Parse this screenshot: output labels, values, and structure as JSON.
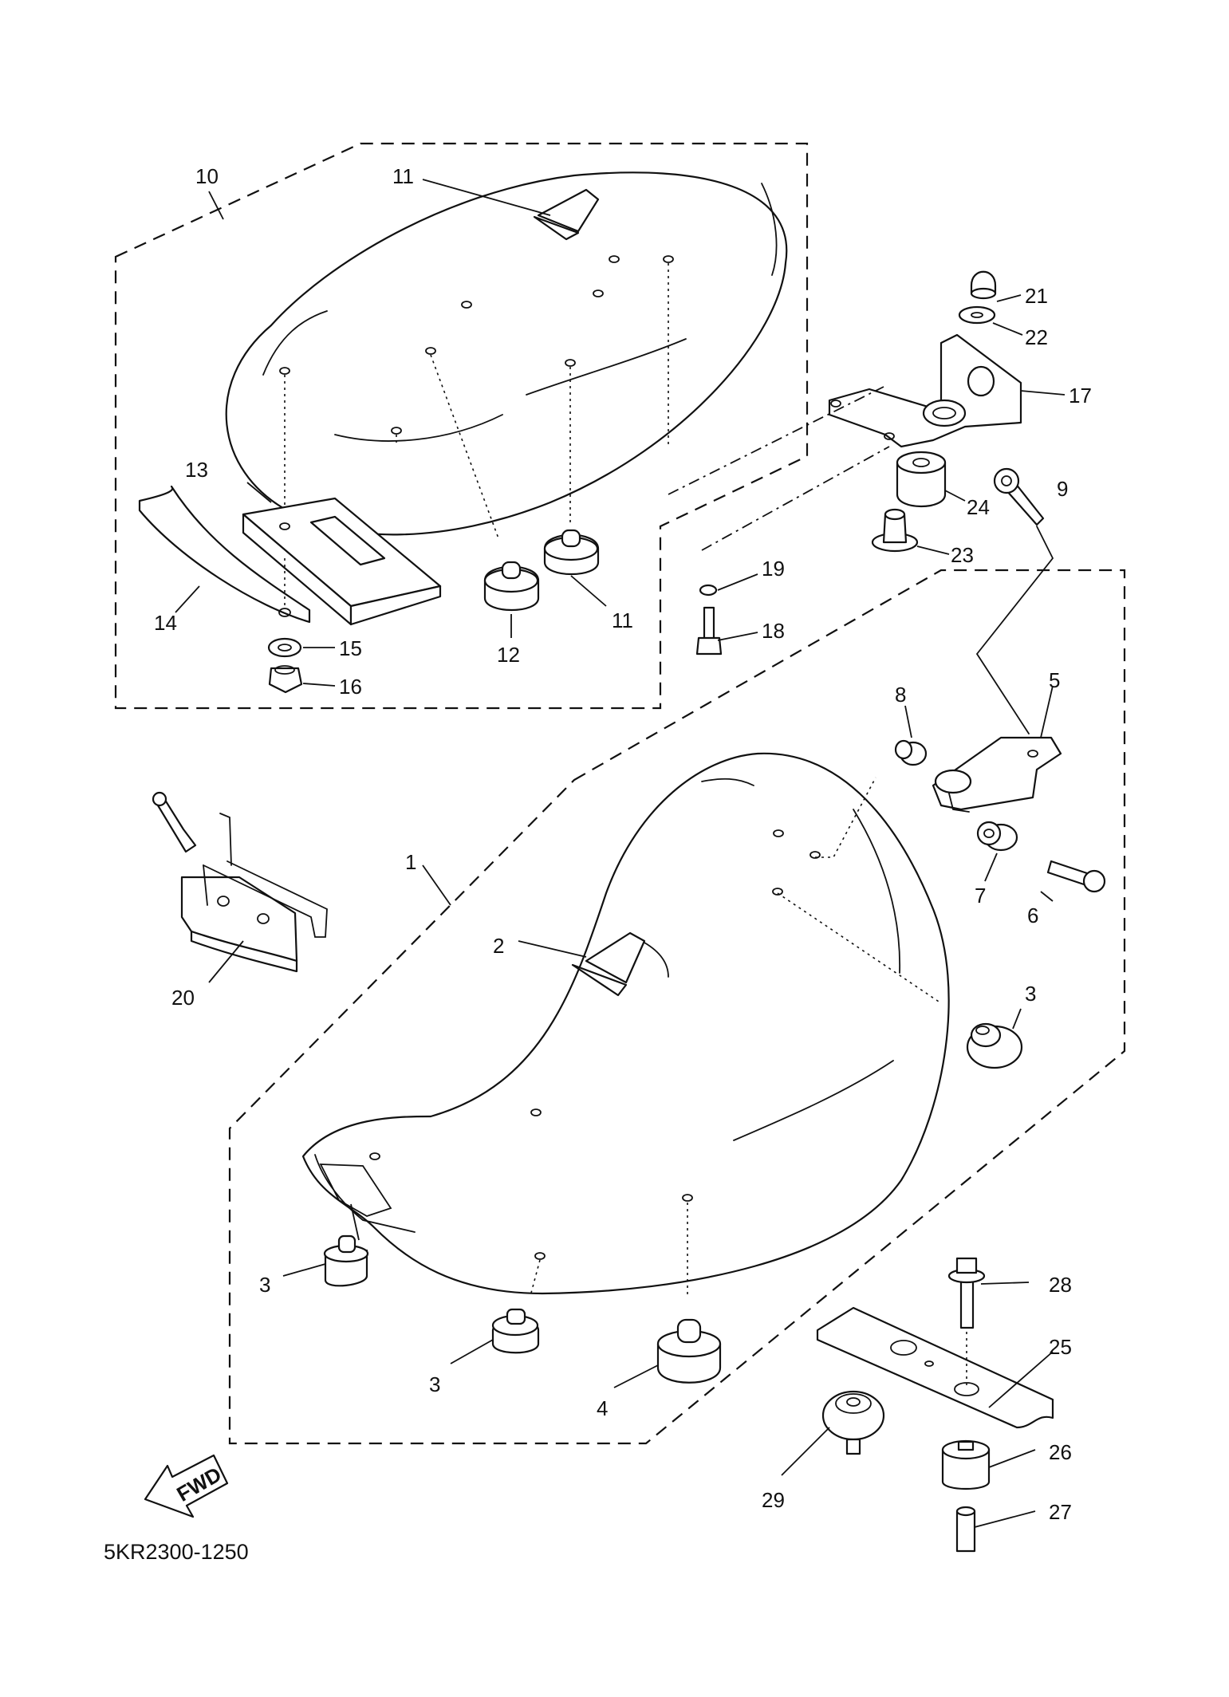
{
  "diagram": {
    "code": "5KR2300-1250",
    "fwd_label": "FWD",
    "callouts": [
      {
        "id": "c1",
        "text": "1"
      },
      {
        "id": "c2",
        "text": "2"
      },
      {
        "id": "c3a",
        "text": "3"
      },
      {
        "id": "c3b",
        "text": "3"
      },
      {
        "id": "c3c",
        "text": "3"
      },
      {
        "id": "c4",
        "text": "4"
      },
      {
        "id": "c5",
        "text": "5"
      },
      {
        "id": "c6",
        "text": "6"
      },
      {
        "id": "c7",
        "text": "7"
      },
      {
        "id": "c8",
        "text": "8"
      },
      {
        "id": "c9",
        "text": "9"
      },
      {
        "id": "c10",
        "text": "10"
      },
      {
        "id": "c11",
        "text": "11"
      },
      {
        "id": "c12a",
        "text": "12"
      },
      {
        "id": "c12b",
        "text": "12"
      },
      {
        "id": "c13",
        "text": "13"
      },
      {
        "id": "c14",
        "text": "14"
      },
      {
        "id": "c15",
        "text": "15"
      },
      {
        "id": "c16",
        "text": "16"
      },
      {
        "id": "c17",
        "text": "17"
      },
      {
        "id": "c18",
        "text": "18"
      },
      {
        "id": "c19",
        "text": "19"
      },
      {
        "id": "c20",
        "text": "20"
      },
      {
        "id": "c21",
        "text": "21"
      },
      {
        "id": "c22",
        "text": "22"
      },
      {
        "id": "c23",
        "text": "23"
      },
      {
        "id": "c24",
        "text": "24"
      },
      {
        "id": "c25",
        "text": "25"
      },
      {
        "id": "c26",
        "text": "26"
      },
      {
        "id": "c27",
        "text": "27"
      },
      {
        "id": "c28",
        "text": "28"
      },
      {
        "id": "c29",
        "text": "29"
      }
    ]
  }
}
